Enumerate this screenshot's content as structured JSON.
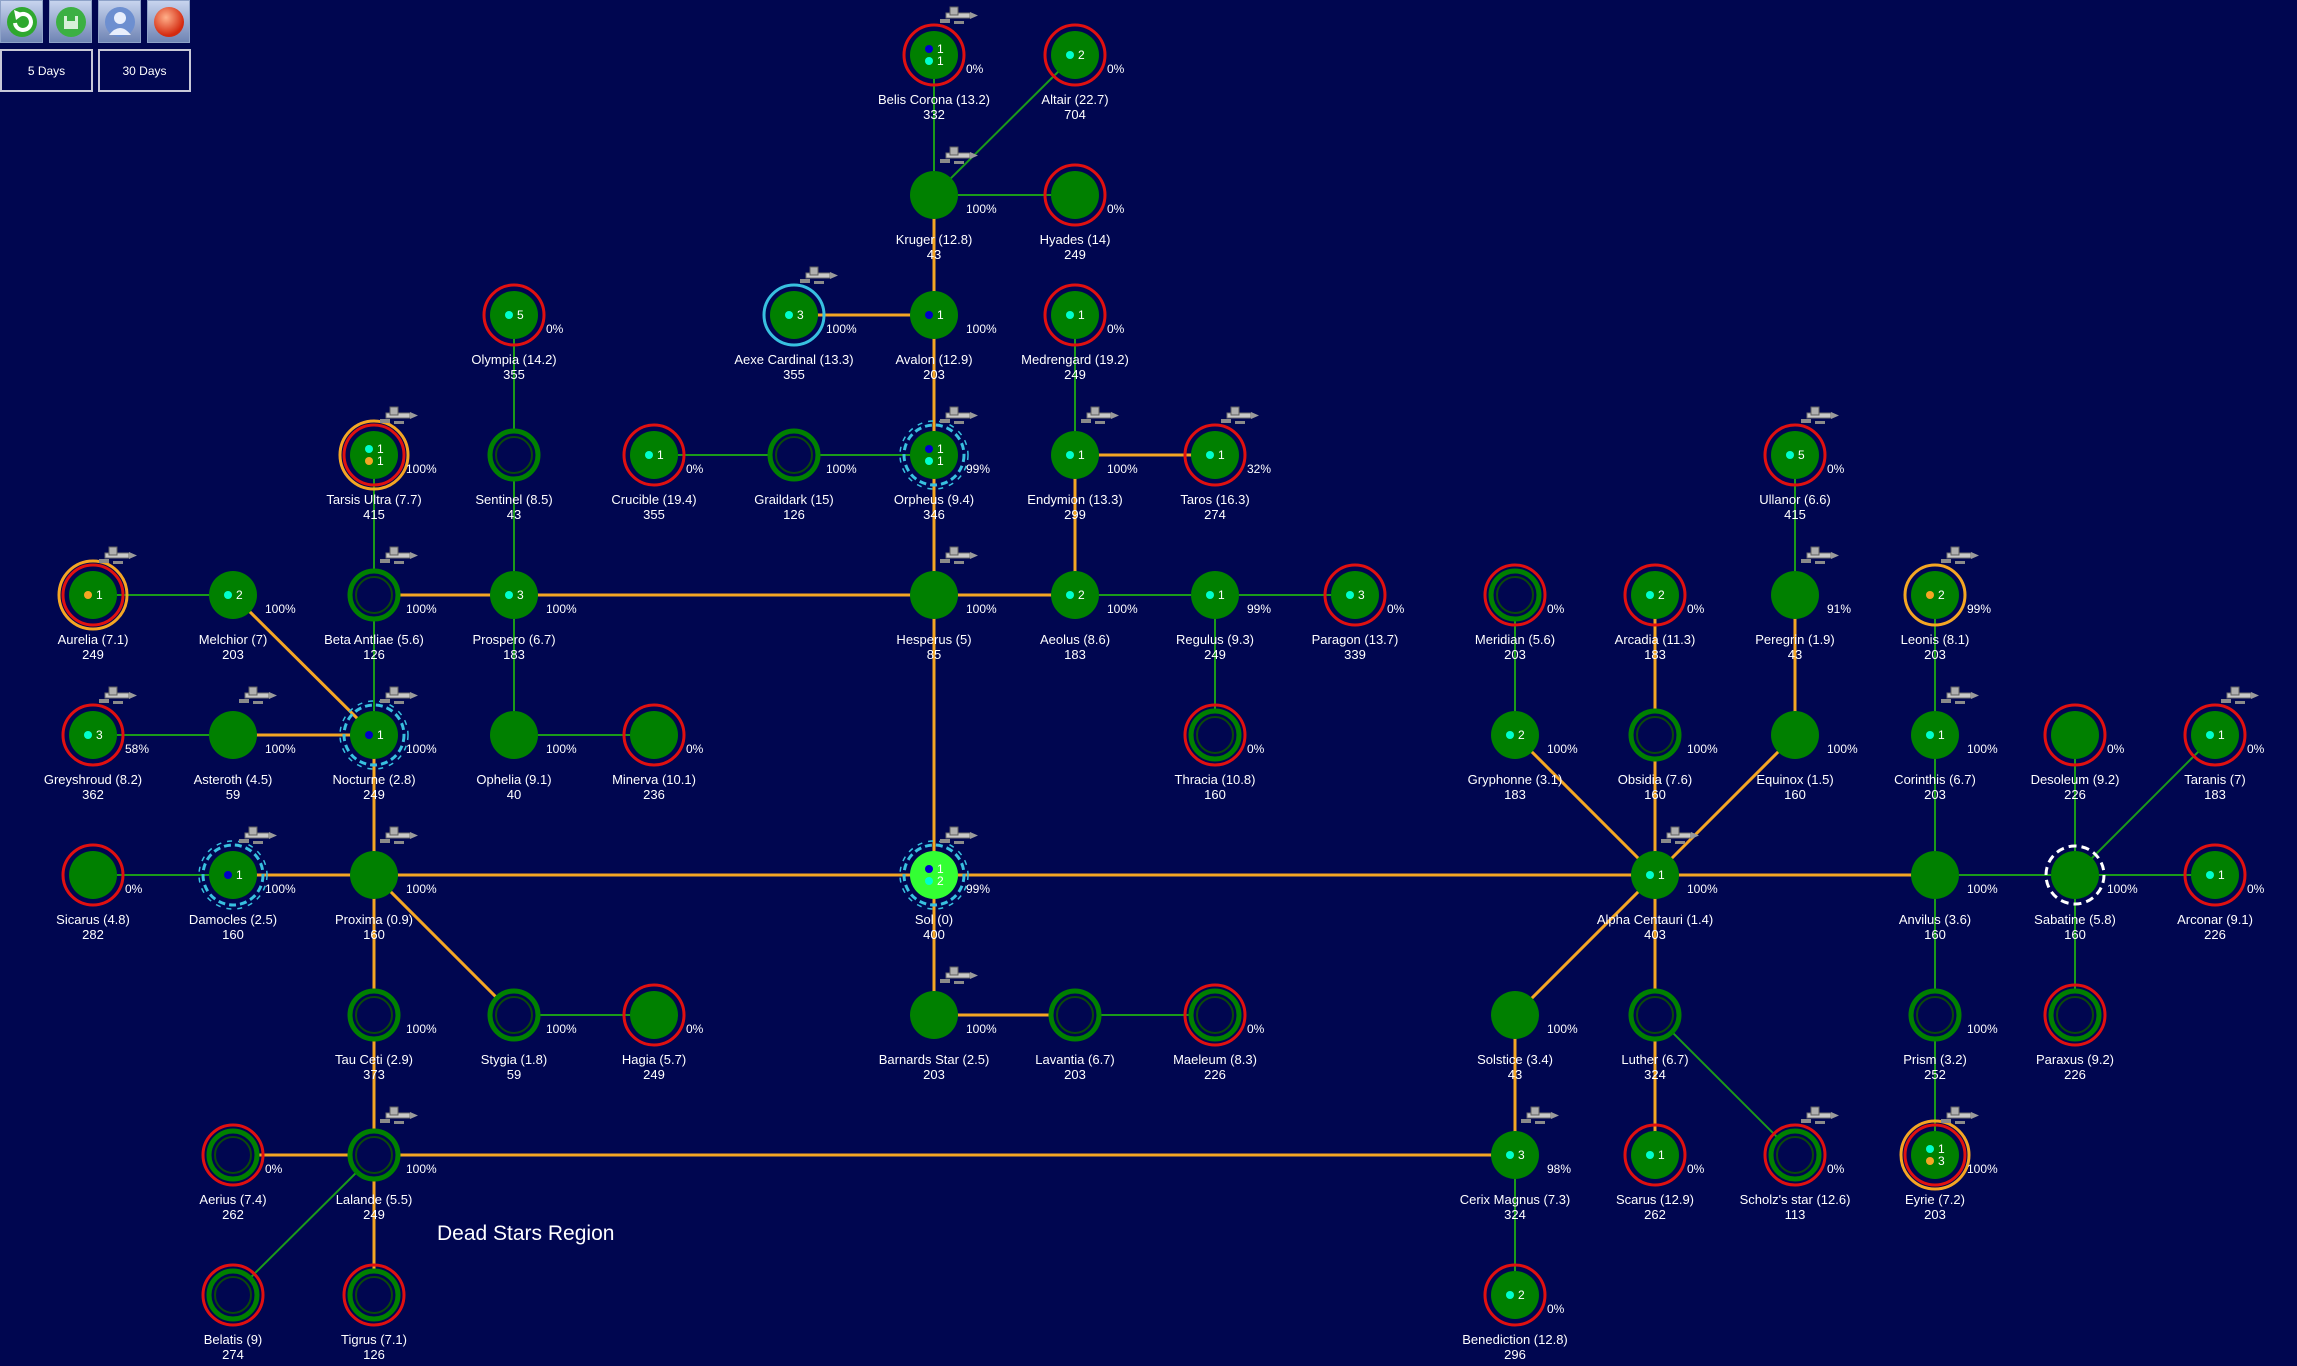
{
  "toolbar": {
    "buttons": [
      {
        "name": "refresh-button",
        "icon": "refresh-arrow-icon"
      },
      {
        "name": "save-button",
        "icon": "save-disk-icon"
      },
      {
        "name": "advisor-button",
        "icon": "advisor-portrait-icon"
      },
      {
        "name": "end-button",
        "icon": "red-orb-icon"
      }
    ],
    "range_5": "5 Days",
    "range_30": "30 Days"
  },
  "region_label": "Dead Stars Region",
  "colors": {
    "background": "#000650",
    "node": "#008000",
    "home_node": "#33ff33",
    "hostile_ring": "#e01010",
    "neutral_ring": "#f5a623",
    "allied_ring": "#38c0e0",
    "player_ring": "#2e8b2e",
    "route_major": "#f5a623",
    "route_minor": "#1a9a1a",
    "fleet_marker": "#00ffcc",
    "enemy_marker": "#0000c8",
    "neutral_marker": "#f5a623"
  },
  "stars": [
    {
      "id": "belis",
      "name": "Belis Corona",
      "dist": "(13.2)",
      "pop": "332",
      "pct": "0%",
      "ring": "hostile",
      "fleet": true,
      "dots": [
        {
          "c": "enemy",
          "n": "1"
        },
        {
          "c": "fleet",
          "n": "1"
        }
      ]
    },
    {
      "id": "altair",
      "name": "Altair",
      "dist": "(22.7)",
      "pop": "704",
      "pct": "0%",
      "ring": "hostile",
      "dots": [
        {
          "c": "fleet",
          "n": "2"
        }
      ]
    },
    {
      "id": "kruger",
      "name": "Kruger",
      "dist": "(12.8)",
      "pop": "43",
      "pct": "100%",
      "ring": "none",
      "fleet": true
    },
    {
      "id": "hyades",
      "name": "Hyades",
      "dist": "(14)",
      "pop": "249",
      "pct": "0%",
      "ring": "hostile"
    },
    {
      "id": "aexe",
      "name": "Aexe Cardinal",
      "dist": "(13.3)",
      "pop": "355",
      "pct": "100%",
      "ring": "allied",
      "fleet": true,
      "dots": [
        {
          "c": "fleet",
          "n": "3"
        }
      ]
    },
    {
      "id": "avalon",
      "name": "Avalon",
      "dist": "(12.9)",
      "pop": "203",
      "pct": "100%",
      "ring": "none",
      "dots": [
        {
          "c": "enemy",
          "n": "1"
        }
      ]
    },
    {
      "id": "medrengard",
      "name": "Medrengard",
      "dist": "(19.2)",
      "pop": "249",
      "pct": "0%",
      "ring": "hostile",
      "dots": [
        {
          "c": "fleet",
          "n": "1"
        }
      ]
    },
    {
      "id": "olympia",
      "name": "Olympia",
      "dist": "(14.2)",
      "pop": "355",
      "pct": "0%",
      "ring": "hostile",
      "dots": [
        {
          "c": "fleet",
          "n": "5"
        }
      ]
    },
    {
      "id": "tarsis",
      "name": "Tarsis Ultra",
      "dist": "(7.7)",
      "pop": "415",
      "pct": "100%",
      "ring": "neutral-hostile",
      "fleet": true,
      "dots": [
        {
          "c": "fleet",
          "n": "1"
        },
        {
          "c": "neutral",
          "n": "1"
        }
      ]
    },
    {
      "id": "sentinel",
      "name": "Sentinel",
      "dist": "(8.5)",
      "pop": "43",
      "pct": "",
      "ring": "player"
    },
    {
      "id": "crucible",
      "name": "Crucible",
      "dist": "(19.4)",
      "pop": "355",
      "pct": "0%",
      "ring": "hostile",
      "dots": [
        {
          "c": "fleet",
          "n": "1"
        }
      ]
    },
    {
      "id": "graildark",
      "name": "Graildark",
      "dist": "(15)",
      "pop": "126",
      "pct": "100%",
      "ring": "player"
    },
    {
      "id": "orpheus",
      "name": "Orpheus",
      "dist": "(9.4)",
      "pop": "346",
      "pct": "99%",
      "ring": "allied-dash",
      "fleet": true,
      "dots": [
        {
          "c": "enemy",
          "n": "1"
        },
        {
          "c": "fleet",
          "n": "1"
        }
      ]
    },
    {
      "id": "endymion",
      "name": "Endymion",
      "dist": "(13.3)",
      "pop": "299",
      "pct": "100%",
      "ring": "none",
      "fleet": true,
      "dots": [
        {
          "c": "fleet",
          "n": "1"
        }
      ]
    },
    {
      "id": "taros",
      "name": "Taros",
      "dist": "(16.3)",
      "pop": "274",
      "pct": "32%",
      "ring": "hostile",
      "fleet": true,
      "dots": [
        {
          "c": "fleet",
          "n": "1"
        }
      ]
    },
    {
      "id": "ullanor",
      "name": "Ullanor",
      "dist": "(6.6)",
      "pop": "415",
      "pct": "0%",
      "ring": "hostile",
      "fleet": true,
      "dots": [
        {
          "c": "fleet",
          "n": "5"
        }
      ]
    },
    {
      "id": "aurelia",
      "name": "Aurelia",
      "dist": "(7.1)",
      "pop": "249",
      "pct": "",
      "ring": "neutral-hostile",
      "fleet": true,
      "dots": [
        {
          "c": "neutral",
          "n": "1"
        }
      ]
    },
    {
      "id": "melchior",
      "name": "Melchior",
      "dist": "(7)",
      "pop": "203",
      "pct": "100%",
      "ring": "none",
      "dots": [
        {
          "c": "fleet",
          "n": "2"
        }
      ]
    },
    {
      "id": "betaantliae",
      "name": "Beta Antliae",
      "dist": "(5.6)",
      "pop": "126",
      "pct": "100%",
      "ring": "player",
      "fleet": true
    },
    {
      "id": "prospero",
      "name": "Prospero",
      "dist": "(6.7)",
      "pop": "183",
      "pct": "100%",
      "ring": "none",
      "dots": [
        {
          "c": "fleet",
          "n": "3"
        }
      ]
    },
    {
      "id": "hesperus",
      "name": "Hesperus",
      "dist": "(5)",
      "pop": "85",
      "pct": "100%",
      "ring": "none",
      "fleet": true
    },
    {
      "id": "aeolus",
      "name": "Aeolus",
      "dist": "(8.6)",
      "pop": "183",
      "pct": "100%",
      "ring": "none",
      "dots": [
        {
          "c": "fleet",
          "n": "2"
        }
      ]
    },
    {
      "id": "regulus",
      "name": "Regulus",
      "dist": "(9.3)",
      "pop": "249",
      "pct": "99%",
      "ring": "none",
      "dots": [
        {
          "c": "fleet",
          "n": "1"
        }
      ]
    },
    {
      "id": "paragon",
      "name": "Paragon",
      "dist": "(13.7)",
      "pop": "339",
      "pct": "0%",
      "ring": "hostile",
      "dots": [
        {
          "c": "fleet",
          "n": "3"
        }
      ]
    },
    {
      "id": "meridian",
      "name": "Meridian",
      "dist": "(5.6)",
      "pop": "203",
      "pct": "0%",
      "ring": "hostile-inner"
    },
    {
      "id": "arcadia",
      "name": "Arcadia",
      "dist": "(11.3)",
      "pop": "183",
      "pct": "0%",
      "ring": "hostile",
      "dots": [
        {
          "c": "fleet",
          "n": "2"
        }
      ]
    },
    {
      "id": "peregrin",
      "name": "Peregrin",
      "dist": "(1.9)",
      "pop": "43",
      "pct": "91%",
      "ring": "none",
      "fleet": true
    },
    {
      "id": "leonis",
      "name": "Leonis",
      "dist": "(8.1)",
      "pop": "203",
      "pct": "99%",
      "ring": "neutral",
      "fleet": true,
      "dots": [
        {
          "c": "neutral",
          "n": "2"
        }
      ]
    },
    {
      "id": "greyshroud",
      "name": "Greyshroud",
      "dist": "(8.2)",
      "pop": "362",
      "pct": "58%",
      "ring": "hostile",
      "fleet": true,
      "dots": [
        {
          "c": "fleet",
          "n": "3"
        }
      ]
    },
    {
      "id": "asteroth",
      "name": "Asteroth",
      "dist": "(4.5)",
      "pop": "59",
      "pct": "100%",
      "ring": "none",
      "fleet": true
    },
    {
      "id": "nocturne",
      "name": "Nocturne",
      "dist": "(2.8)",
      "pop": "249",
      "pct": "100%",
      "ring": "allied-dash",
      "fleet": true,
      "dots": [
        {
          "c": "enemy",
          "n": "1"
        }
      ]
    },
    {
      "id": "ophelia",
      "name": "Ophelia",
      "dist": "(9.1)",
      "pop": "40",
      "pct": "100%",
      "ring": "none"
    },
    {
      "id": "minerva",
      "name": "Minerva",
      "dist": "(10.1)",
      "pop": "236",
      "pct": "0%",
      "ring": "hostile"
    },
    {
      "id": "thracia",
      "name": "Thracia",
      "dist": "(10.8)",
      "pop": "160",
      "pct": "0%",
      "ring": "hostile-inner"
    },
    {
      "id": "gryphonne",
      "name": "Gryphonne",
      "dist": "(3.1)",
      "pop": "183",
      "pct": "100%",
      "ring": "none",
      "dots": [
        {
          "c": "fleet",
          "n": "2"
        }
      ]
    },
    {
      "id": "obsidia",
      "name": "Obsidia",
      "dist": "(7.6)",
      "pop": "160",
      "pct": "100%",
      "ring": "player"
    },
    {
      "id": "equinox",
      "name": "Equinox",
      "dist": "(1.5)",
      "pop": "160",
      "pct": "100%",
      "ring": "none"
    },
    {
      "id": "corinthis",
      "name": "Corinthis",
      "dist": "(6.7)",
      "pop": "203",
      "pct": "100%",
      "ring": "none",
      "fleet": true,
      "dots": [
        {
          "c": "fleet",
          "n": "1"
        }
      ]
    },
    {
      "id": "desoleum",
      "name": "Desoleum",
      "dist": "(9.2)",
      "pop": "226",
      "pct": "0%",
      "ring": "hostile"
    },
    {
      "id": "taranis",
      "name": "Taranis",
      "dist": "(7)",
      "pop": "183",
      "pct": "0%",
      "ring": "hostile",
      "fleet": true,
      "dots": [
        {
          "c": "fleet",
          "n": "1"
        }
      ]
    },
    {
      "id": "sicarus",
      "name": "Sicarus",
      "dist": "(4.8)",
      "pop": "282",
      "pct": "0%",
      "ring": "hostile"
    },
    {
      "id": "damocles",
      "name": "Damocles",
      "dist": "(2.5)",
      "pop": "160",
      "pct": "100%",
      "ring": "allied-dash",
      "fleet": true,
      "dots": [
        {
          "c": "enemy",
          "n": "1"
        }
      ]
    },
    {
      "id": "proxima",
      "name": "Proxima",
      "dist": "(0.9)",
      "pop": "160",
      "pct": "100%",
      "ring": "none",
      "fleet": true
    },
    {
      "id": "sol",
      "name": "Sol",
      "dist": "(0)",
      "pop": "400",
      "pct": "99%",
      "ring": "home",
      "fleet": true,
      "dots": [
        {
          "c": "enemy",
          "n": "1"
        },
        {
          "c": "fleet",
          "n": "2"
        }
      ]
    },
    {
      "id": "alphacentauri",
      "name": "Alpha Centauri",
      "dist": "(1.4)",
      "pop": "403",
      "pct": "100%",
      "ring": "none",
      "fleet": true,
      "dots": [
        {
          "c": "fleet",
          "n": "1"
        }
      ]
    },
    {
      "id": "anvilus",
      "name": "Anvilus",
      "dist": "(3.6)",
      "pop": "160",
      "pct": "100%",
      "ring": "none"
    },
    {
      "id": "sabatine",
      "name": "Sabatine",
      "dist": "(5.8)",
      "pop": "160",
      "pct": "100%",
      "ring": "white-dash"
    },
    {
      "id": "arconar",
      "name": "Arconar",
      "dist": "(9.1)",
      "pop": "226",
      "pct": "0%",
      "ring": "hostile",
      "dots": [
        {
          "c": "fleet",
          "n": "1"
        }
      ]
    },
    {
      "id": "taucet",
      "name": "Tau Ceti",
      "dist": "(2.9)",
      "pop": "373",
      "pct": "100%",
      "ring": "player"
    },
    {
      "id": "stygia",
      "name": "Stygia",
      "dist": "(1.8)",
      "pop": "59",
      "pct": "100%",
      "ring": "player"
    },
    {
      "id": "hagia",
      "name": "Hagia",
      "dist": "(5.7)",
      "pop": "249",
      "pct": "0%",
      "ring": "hostile"
    },
    {
      "id": "barnards",
      "name": "Barnards Star",
      "dist": "(2.5)",
      "pop": "203",
      "pct": "100%",
      "ring": "none",
      "fleet": true
    },
    {
      "id": "lavantia",
      "name": "Lavantia",
      "dist": "(6.7)",
      "pop": "203",
      "pct": "",
      "ring": "player"
    },
    {
      "id": "maeleum",
      "name": "Maeleum",
      "dist": "(8.3)",
      "pop": "226",
      "pct": "0%",
      "ring": "hostile-inner"
    },
    {
      "id": "solstice",
      "name": "Solstice",
      "dist": "(3.4)",
      "pop": "43",
      "pct": "100%",
      "ring": "none"
    },
    {
      "id": "luther",
      "name": "Luther",
      "dist": "(6.7)",
      "pop": "324",
      "pct": "",
      "ring": "player"
    },
    {
      "id": "prism",
      "name": "Prism",
      "dist": "(3.2)",
      "pop": "252",
      "pct": "100%",
      "ring": "player"
    },
    {
      "id": "paraxus",
      "name": "Paraxus",
      "dist": "(9.2)",
      "pop": "226",
      "pct": "",
      "ring": "hostile-inner"
    },
    {
      "id": "aerius",
      "name": "Aerius",
      "dist": "(7.4)",
      "pop": "262",
      "pct": "0%",
      "ring": "hostile-inner"
    },
    {
      "id": "lalande",
      "name": "Lalande",
      "dist": "(5.5)",
      "pop": "249",
      "pct": "100%",
      "ring": "player",
      "fleet": true
    },
    {
      "id": "cerix",
      "name": "Cerix Magnus",
      "dist": "(7.3)",
      "pop": "324",
      "pct": "98%",
      "ring": "none",
      "fleet": true,
      "dots": [
        {
          "c": "fleet",
          "n": "3"
        }
      ]
    },
    {
      "id": "scarus",
      "name": "Scarus",
      "dist": "(12.9)",
      "pop": "262",
      "pct": "0%",
      "ring": "hostile",
      "dots": [
        {
          "c": "fleet",
          "n": "1"
        }
      ]
    },
    {
      "id": "scholz",
      "name": "Scholz's star",
      "dist": "(12.6)",
      "pop": "113",
      "pct": "0%",
      "ring": "hostile-inner",
      "fleet": true
    },
    {
      "id": "eyrie",
      "name": "Eyrie",
      "dist": "(7.2)",
      "pop": "203",
      "pct": "100%",
      "ring": "neutral-hostile",
      "fleet": true,
      "dots": [
        {
          "c": "fleet",
          "n": "1"
        },
        {
          "c": "neutral",
          "n": "3"
        }
      ]
    },
    {
      "id": "belatis",
      "name": "Belatis",
      "dist": "(9)",
      "pop": "274",
      "pct": "",
      "ring": "hostile-inner"
    },
    {
      "id": "tigrus",
      "name": "Tigrus",
      "dist": "(7.1)",
      "pop": "126",
      "pct": "",
      "ring": "hostile-inner"
    },
    {
      "id": "benediction",
      "name": "Benediction",
      "dist": "(12.8)",
      "pop": "296",
      "pct": "0%",
      "ring": "hostile",
      "dots": [
        {
          "c": "fleet",
          "n": "2"
        }
      ]
    }
  ],
  "routes": [
    [
      "belis",
      "kruger",
      "minor"
    ],
    [
      "altair",
      "kruger",
      "minor"
    ],
    [
      "kruger",
      "hyades",
      "minor"
    ],
    [
      "kruger",
      "avalon",
      "major"
    ],
    [
      "aexe",
      "avalon",
      "major"
    ],
    [
      "avalon",
      "orpheus",
      "major"
    ],
    [
      "medrengard",
      "endymion",
      "minor"
    ],
    [
      "olympia",
      "sentinel",
      "minor"
    ],
    [
      "sentinel",
      "prospero",
      "minor"
    ],
    [
      "crucible",
      "graildark",
      "minor"
    ],
    [
      "graildark",
      "orpheus",
      "minor"
    ],
    [
      "orpheus",
      "hesperus",
      "major"
    ],
    [
      "endymion",
      "taros",
      "major"
    ],
    [
      "endymion",
      "aeolus",
      "major"
    ],
    [
      "tarsis",
      "betaantliae",
      "minor"
    ],
    [
      "aurelia",
      "melchior",
      "minor"
    ],
    [
      "melchior",
      "nocturne",
      "major"
    ],
    [
      "betaantliae",
      "prospero",
      "major"
    ],
    [
      "prospero",
      "hesperus",
      "major"
    ],
    [
      "hesperus",
      "aeolus",
      "major"
    ],
    [
      "aeolus",
      "regulus",
      "minor"
    ],
    [
      "regulus",
      "paragon",
      "minor"
    ],
    [
      "regulus",
      "thracia",
      "minor"
    ],
    [
      "prospero",
      "ophelia",
      "minor"
    ],
    [
      "ophelia",
      "minerva",
      "minor"
    ],
    [
      "greyshroud",
      "asteroth",
      "minor"
    ],
    [
      "asteroth",
      "nocturne",
      "major"
    ],
    [
      "betaantliae",
      "nocturne",
      "minor"
    ],
    [
      "nocturne",
      "proxima",
      "major"
    ],
    [
      "hesperus",
      "sol",
      "major"
    ],
    [
      "sicarus",
      "damocles",
      "minor"
    ],
    [
      "damocles",
      "proxima",
      "major"
    ],
    [
      "proxima",
      "sol",
      "major"
    ],
    [
      "sol",
      "alphacentauri",
      "major"
    ],
    [
      "alphacentauri",
      "anvilus",
      "major"
    ],
    [
      "anvilus",
      "sabatine",
      "minor"
    ],
    [
      "sabatine",
      "arconar",
      "minor"
    ],
    [
      "sabatine",
      "taranis",
      "minor"
    ],
    [
      "sabatine",
      "desoleum",
      "minor"
    ],
    [
      "sabatine",
      "paraxus",
      "minor"
    ],
    [
      "meridian",
      "gryphonne",
      "minor"
    ],
    [
      "gryphonne",
      "alphacentauri",
      "major"
    ],
    [
      "arcadia",
      "obsidia",
      "major"
    ],
    [
      "obsidia",
      "alphacentauri",
      "major"
    ],
    [
      "ullanor",
      "peregrin",
      "minor"
    ],
    [
      "peregrin",
      "equinox",
      "major"
    ],
    [
      "equinox",
      "alphacentauri",
      "major"
    ],
    [
      "leonis",
      "corinthis",
      "minor"
    ],
    [
      "corinthis",
      "anvilus",
      "minor"
    ],
    [
      "anvilus",
      "prism",
      "minor"
    ],
    [
      "prism",
      "eyrie",
      "minor"
    ],
    [
      "alphacentauri",
      "solstice",
      "major"
    ],
    [
      "alphacentauri",
      "luther",
      "major"
    ],
    [
      "luther",
      "scarus",
      "major"
    ],
    [
      "luther",
      "scholz",
      "minor"
    ],
    [
      "solstice",
      "cerix",
      "major"
    ],
    [
      "cerix",
      "benediction",
      "minor"
    ],
    [
      "proxima",
      "taucet",
      "major"
    ],
    [
      "proxima",
      "stygia",
      "major"
    ],
    [
      "stygia",
      "hagia",
      "minor"
    ],
    [
      "taucet",
      "lalande",
      "major"
    ],
    [
      "lalande",
      "cerix",
      "major"
    ],
    [
      "lalande",
      "aerius",
      "major"
    ],
    [
      "lalande",
      "belatis",
      "minor"
    ],
    [
      "lalande",
      "tigrus",
      "major"
    ],
    [
      "sol",
      "barnards",
      "major"
    ],
    [
      "barnards",
      "lavantia",
      "major"
    ],
    [
      "lavantia",
      "maeleum",
      "minor"
    ]
  ]
}
